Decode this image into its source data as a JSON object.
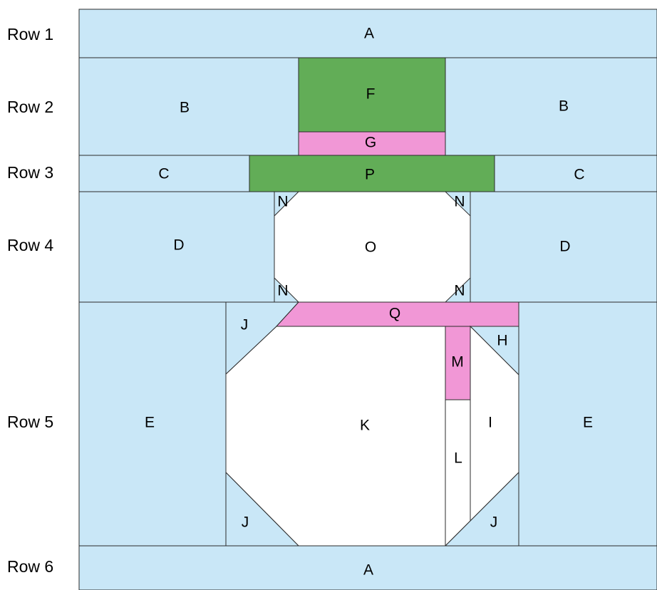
{
  "row_labels": [
    "Row 1",
    "Row 2",
    "Row 3",
    "Row 4",
    "Row 5",
    "Row 6"
  ],
  "piece_labels": {
    "A": "A",
    "B": "B",
    "C": "C",
    "D": "D",
    "E": "E",
    "F": "F",
    "G": "G",
    "H": "H",
    "I": "I",
    "J": "J",
    "K": "K",
    "L": "L",
    "M": "M",
    "N": "N",
    "O": "O",
    "P": "P",
    "Q": "Q"
  },
  "colors": {
    "sky": "#c9e7f7",
    "hat_green": "#62ad57",
    "scarf_pink": "#f197d6",
    "snow_white": "#ffffff",
    "outline": "#2b2b2b"
  }
}
